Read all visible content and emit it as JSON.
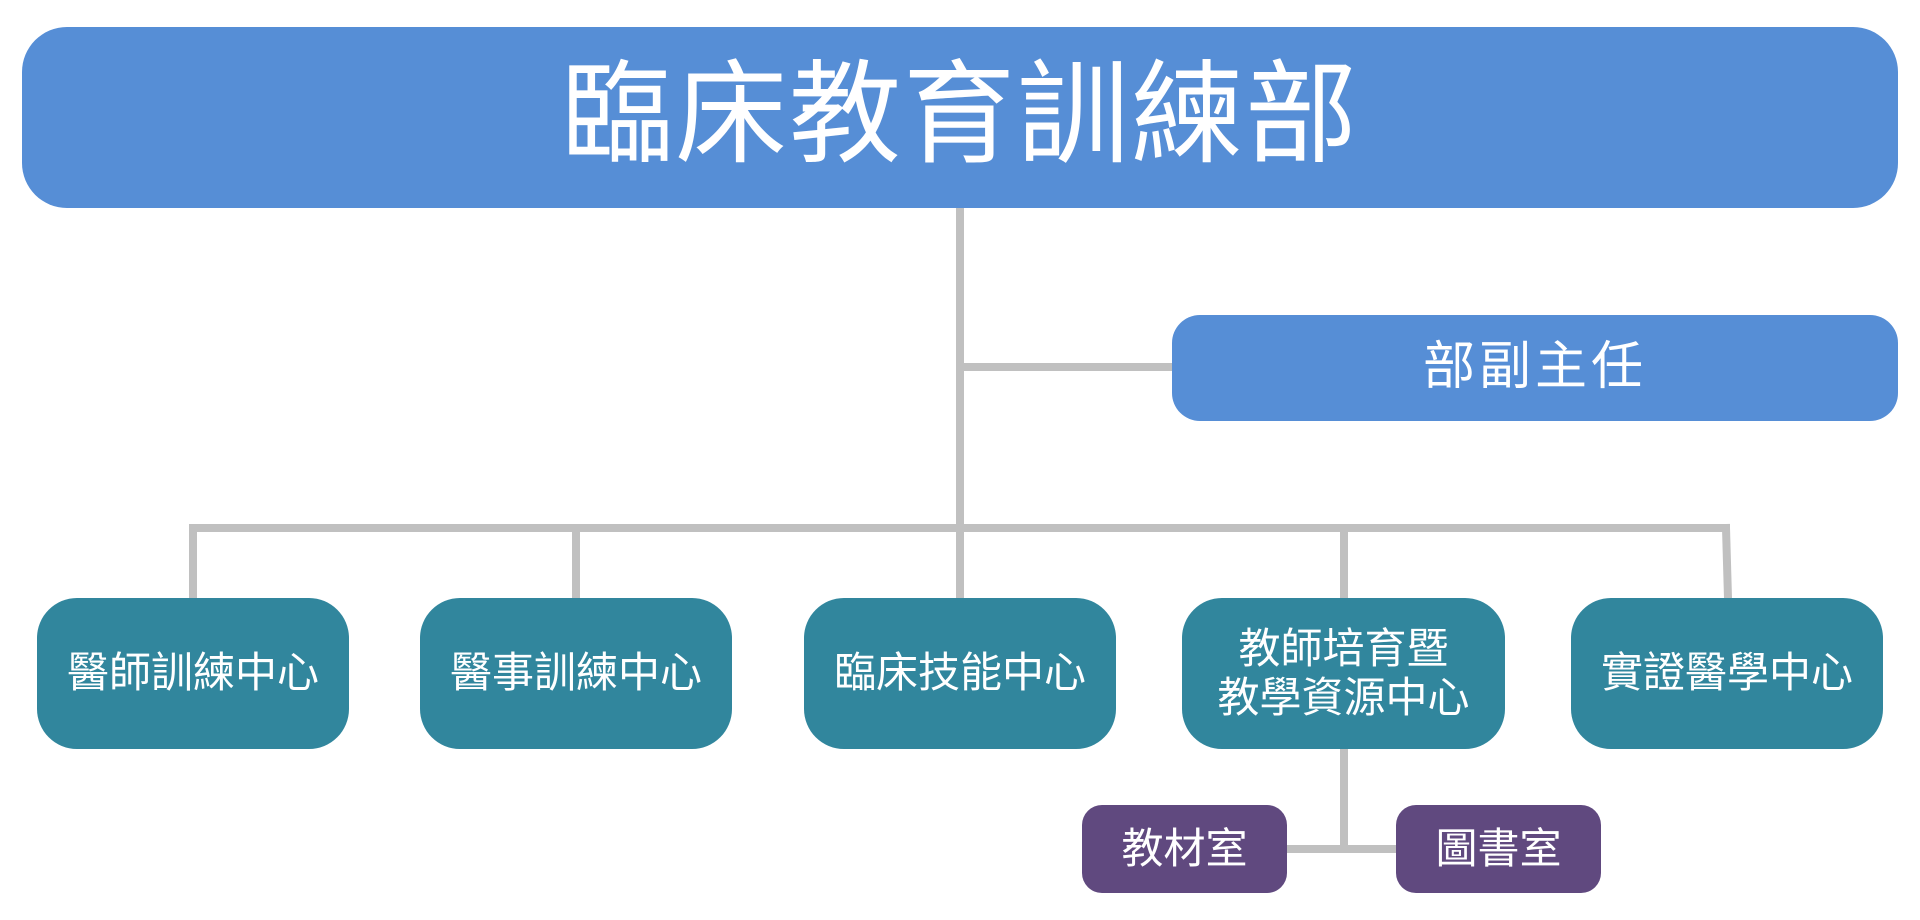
{
  "department": {
    "title": "臨床教育訓練部"
  },
  "deputy": {
    "label": "部副主任"
  },
  "centers": [
    {
      "lines": [
        "醫師訓練中心"
      ]
    },
    {
      "lines": [
        "醫事訓練中心"
      ]
    },
    {
      "lines": [
        "臨床技能中心"
      ]
    },
    {
      "lines": [
        "教師培育暨",
        "教學資源中心"
      ]
    },
    {
      "lines": [
        "實證醫學中心"
      ]
    }
  ],
  "rooms": [
    {
      "label": "教材室"
    },
    {
      "label": "圖書室"
    }
  ],
  "colors": {
    "department_fill": "#568ed6",
    "center_fill": "#31869d",
    "room_fill": "#60497f",
    "connector": "#c0c0c0",
    "text": "#ffffff"
  }
}
